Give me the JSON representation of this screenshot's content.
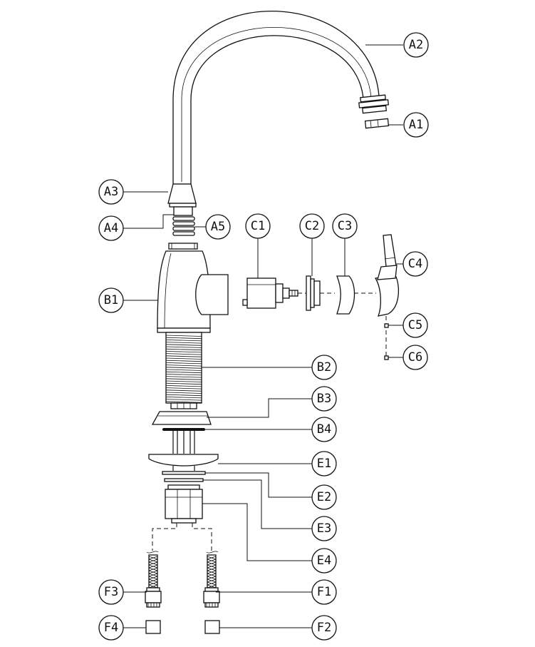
{
  "labels": {
    "A1": "A1",
    "A2": "A2",
    "A3": "A3",
    "A4": "A4",
    "A5": "A5",
    "B1": "B1",
    "B2": "B2",
    "B3": "B3",
    "B4": "B4",
    "C1": "C1",
    "C2": "C2",
    "C3": "C3",
    "C4": "C4",
    "C5": "C5",
    "C6": "C6",
    "E1": "E1",
    "E2": "E2",
    "E3": "E3",
    "E4": "E4",
    "F1": "F1",
    "F2": "F2",
    "F3": "F3",
    "F4": "F4"
  }
}
